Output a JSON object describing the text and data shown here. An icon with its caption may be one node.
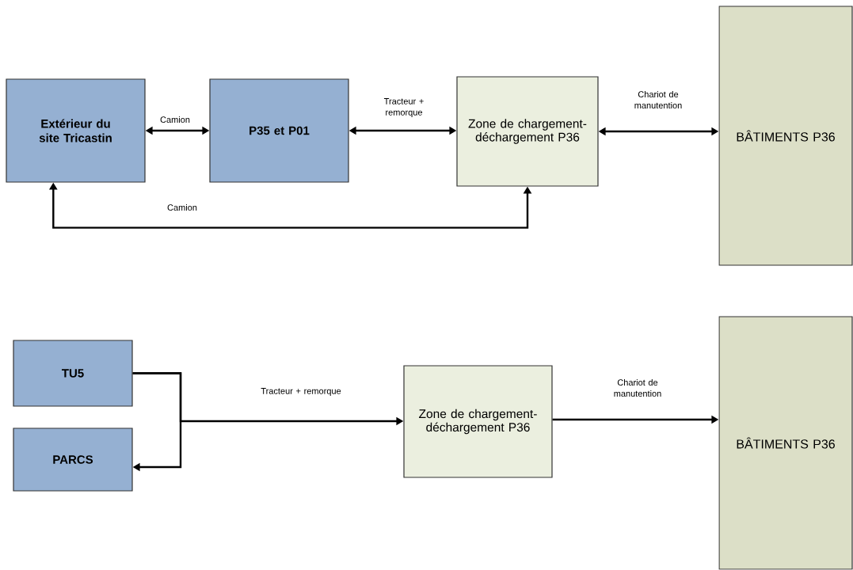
{
  "diagram": {
    "nodes": [
      {
        "text": [
          "Extérieur du site Tricastin"
        ]
      },
      {
        "text": [
          "P35 et P01"
        ]
      },
      {
        "text": [
          "Zone de chargement-déchargement P36"
        ]
      },
      {
        "text": [
          "BÂTIMENTS P36"
        ]
      },
      {
        "text": [
          "TU5"
        ]
      },
      {
        "text": [
          "PARCS"
        ]
      },
      {
        "text": [
          "Zone de chargement-déchargement P36"
        ]
      },
      {
        "text": [
          "BÂTIMENTS P36"
        ]
      }
    ],
    "edges": [
      {
        "from": 0,
        "to": 1,
        "arrow": "both",
        "label": "Camion"
      },
      {
        "from": 1,
        "to": 2,
        "arrow": "both",
        "label": "Tracteur + remorque"
      },
      {
        "from": 2,
        "to": 3,
        "arrow": "both",
        "label": "Chariot de manutention"
      },
      {
        "from": 2,
        "to": 0,
        "arrow": "both",
        "label": "Camion"
      },
      {
        "from": 4,
        "to": 5,
        "arrow": "to"
      },
      {
        "from": 4,
        "to": 6,
        "arrow": "to",
        "label": "Tracteur + remorque"
      },
      {
        "from": 6,
        "to": 7,
        "arrow": "to",
        "label": "Chariot de manutention"
      }
    ]
  }
}
